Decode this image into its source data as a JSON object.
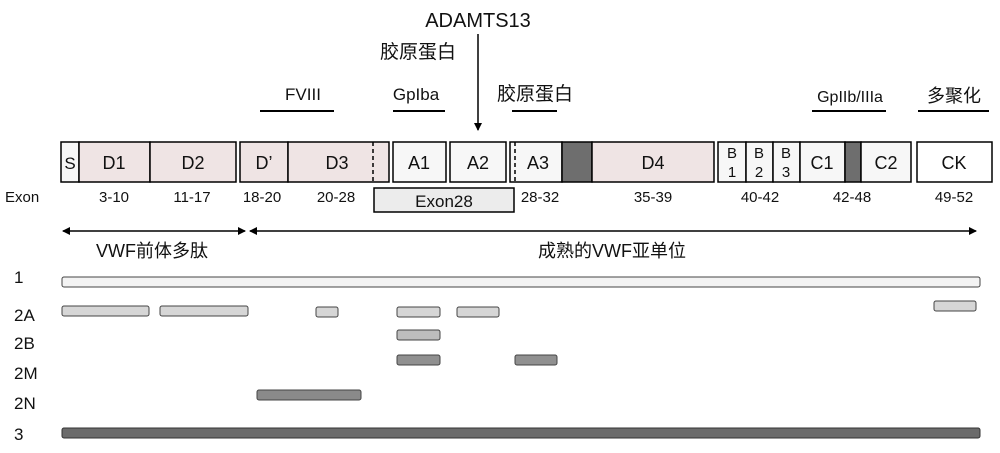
{
  "title": "ADAMTS13",
  "binding_labels": {
    "propeptide_top": "胶原蛋白",
    "fviii": "FVIII",
    "gpiba": "GpIba",
    "collagen_a3": "胶原蛋白",
    "gpiib_iiia": "GpIIb/IIIa",
    "multimer": "多聚化"
  },
  "domains": {
    "s": "S",
    "d1": "D1",
    "d2": "D2",
    "d_prime": "D’",
    "d3": "D3",
    "a1": "A1",
    "a2": "A2",
    "a3": "A3",
    "d4": "D4",
    "b1": "B\n1",
    "b2": "B\n2",
    "b3": "B\n3",
    "c1": "C1",
    "c2": "C2",
    "ck": "CK"
  },
  "exon_row_label": "Exon",
  "exons": {
    "d1": "3-10",
    "d2": "11-17",
    "d_prime": "18-20",
    "d3": "20-28",
    "a3": "28-32",
    "d4": "35-39",
    "b": "40-42",
    "c": "42-48",
    "ck": "49-52"
  },
  "exon28_label": "Exon28",
  "propeptide_label": "VWF前体多肽",
  "mature_label": "成熟的VWF亚单位",
  "types": {
    "t1": "1",
    "t2a": "2A",
    "t2b": "2B",
    "t2m": "2M",
    "t2n": "2N",
    "t3": "3"
  },
  "colors": {
    "d_domain_fill": "#efe4e4",
    "a_domain_fill": "#f7f7f7",
    "dark_block": "#6e6e6e",
    "type1_bar": "#f3f3f3",
    "type2a_bar": "#d6d6d6",
    "type2b_bar": "#bdbdbd",
    "type2m_bar": "#909090",
    "type2n_bar": "#8a8a8a",
    "type3_bar": "#6b6b6b"
  }
}
